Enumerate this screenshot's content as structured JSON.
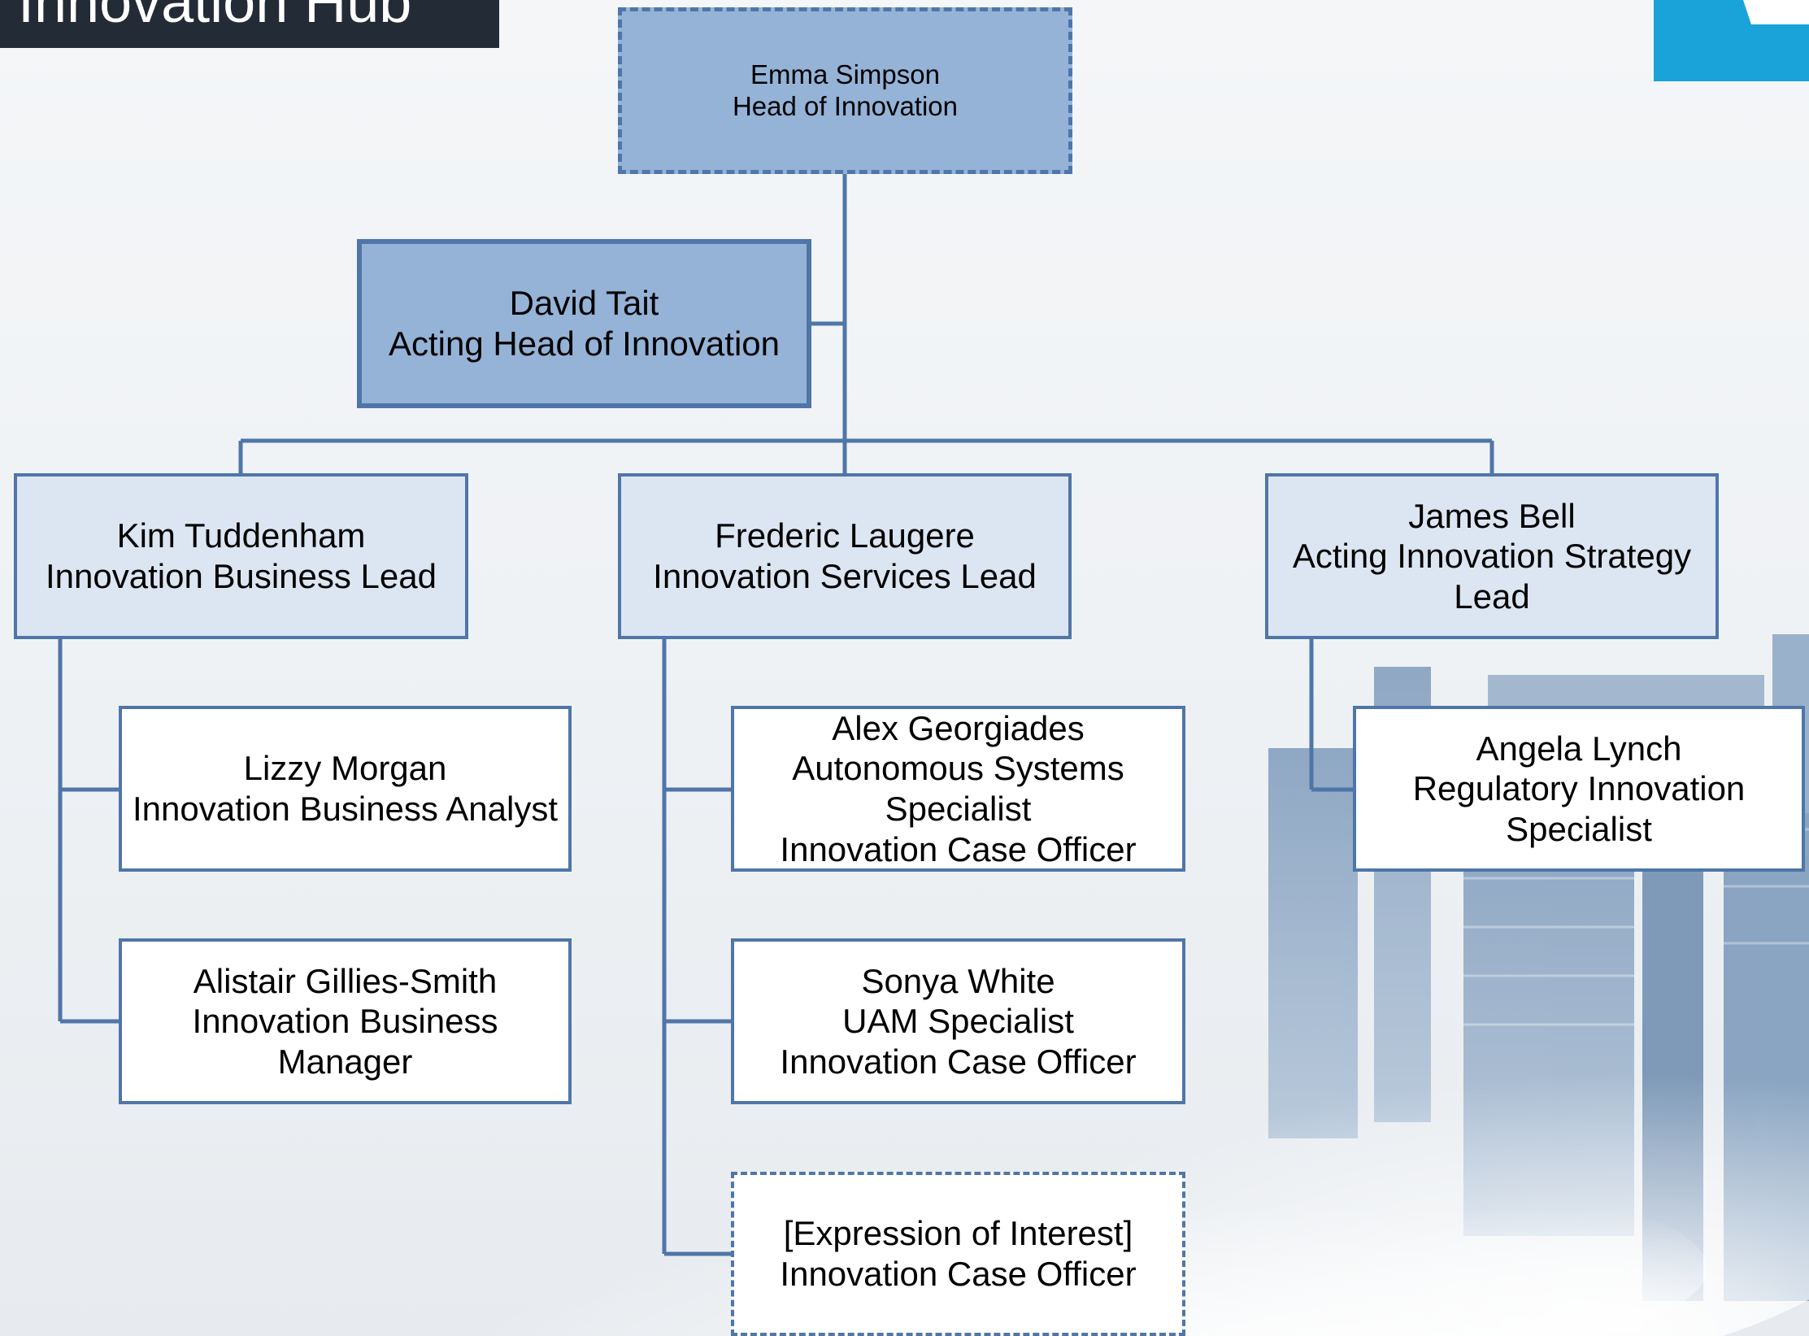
{
  "header": {
    "title": "Innovation Hub"
  },
  "colors": {
    "connector": "#4f76a8",
    "top_fill": "#95b3d7",
    "lead_fill": "#dce6f2",
    "staff_fill": "#ffffff",
    "title_bar": "#232c36",
    "logo_accent": "#1aa3d9"
  },
  "org": {
    "head": {
      "name": "Emma Simpson",
      "role": "Head of Innovation"
    },
    "acting_head": {
      "name": "David Tait",
      "role": "Acting Head of Innovation"
    },
    "leads": [
      {
        "name": "Kim Tuddenham",
        "role": "Innovation Business Lead",
        "reports": [
          {
            "name": "Lizzy Morgan",
            "role": "Innovation Business Analyst"
          },
          {
            "name": "Alistair Gillies-Smith",
            "role": "Innovation Business Manager"
          }
        ]
      },
      {
        "name": "Frederic Laugere",
        "role": "Innovation Services Lead",
        "reports": [
          {
            "name": "Alex Georgiades",
            "role": "Autonomous Systems\nSpecialist\nInnovation Case Officer"
          },
          {
            "name": "Sonya White",
            "role": "UAM Specialist\nInnovation Case Officer"
          },
          {
            "name": "[Expression of Interest]",
            "role": "Innovation Case Officer"
          }
        ]
      },
      {
        "name": "James Bell",
        "role": "Acting Innovation Strategy\nLead",
        "reports": [
          {
            "name": "Angela Lynch",
            "role": "Regulatory Innovation\nSpecialist"
          }
        ]
      }
    ]
  }
}
